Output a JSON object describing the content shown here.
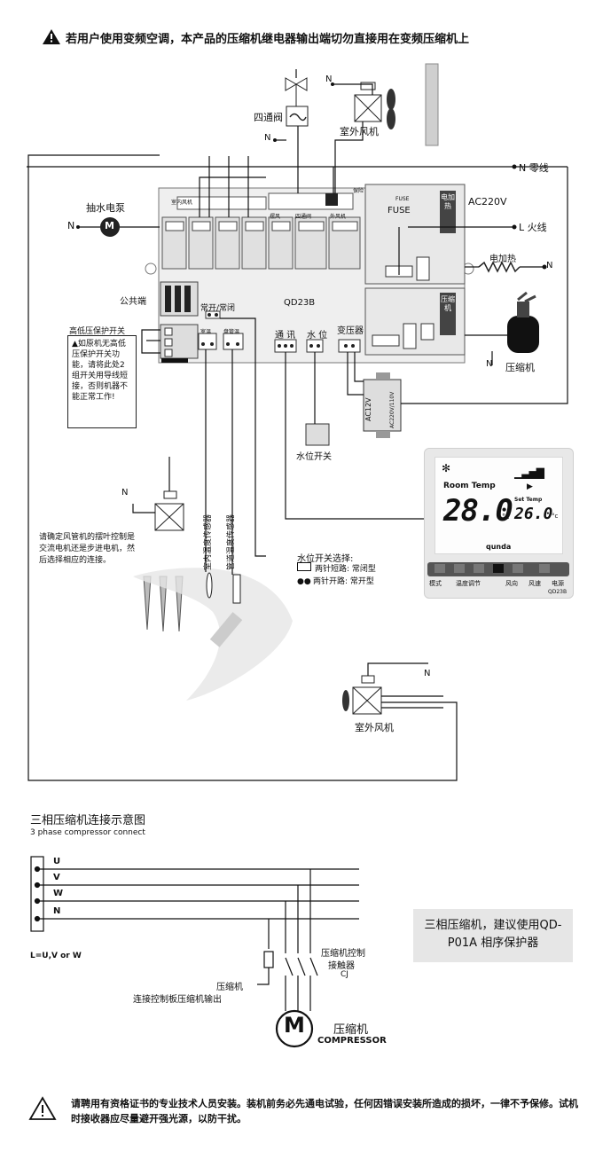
{
  "top_warning": "若用户使用变频空调，本产品的压缩机继电器输出端切勿直接用在变频压缩机上",
  "labels": {
    "n": "N",
    "n_neutral": "N 零线",
    "l_live": "L 火线",
    "four_way_valve": "四通阀",
    "outdoor_fan": "室外风机",
    "pump": "抽水电泵",
    "pump_symbol": "M",
    "ac220v": "AC220V",
    "fuse_small": "FUSE",
    "fuse_box": "FUSE",
    "electric_heat_tag": "电加热",
    "electric_heat": "电加热",
    "compressor_tag": "压缩机",
    "compressor": "压缩机",
    "common": "公共端",
    "hl_switch": "高低压保护开关",
    "no_nc": "常开/常闭",
    "board_model": "QD23B",
    "comm": "通 讯",
    "water_level": "水 位",
    "transformer": "变压器",
    "water_switch": "水位开关",
    "ac12v": "AC12V",
    "ac220v_110v": "AC220V/110V",
    "indoor_temp_sensor": "室内温度传感器",
    "pipe_temp_sensor": "管道温度传感器",
    "board_indoor_fan": "室内风机",
    "board_4way": "四通阀",
    "board_outfan": "外风机",
    "board_swing": "摆风",
    "board_room": "室温",
    "board_pipe": "盘管温",
    "board_fuse": "保险"
  },
  "warning_box": "▲如原机无高低压保护开关功能，请将此处2组开关用导线短接，否则机器不能正常工作!",
  "fan_note": "请确定风管机的摆叶控制是交流电机还是步进电机，然后选择相应的连接。",
  "water_select": {
    "title": "水位开关选择:",
    "opt1": "两针短路: 常闭型",
    "opt2": "两针开路: 常开型"
  },
  "panel": {
    "room_temp_label": "Room Temp",
    "room_temp": "28.0",
    "unit": "°c",
    "set_temp_label": "Set Temp",
    "set_temp": "26.0",
    "brand": "qunda",
    "model": "QD23B",
    "buttons": [
      "模式",
      "温度调节",
      "风向",
      "风速",
      "电源"
    ]
  },
  "three_phase": {
    "title": "三相压缩机连接示意图",
    "subtitle": "3 phase compressor connect",
    "phases": [
      "U",
      "V",
      "W",
      "N"
    ],
    "l_note": "L=U,V or W",
    "contactor_l1": "压缩机控制",
    "contactor_l2": "接触器",
    "contactor_l3": "CJ",
    "output_l1": "压缩机",
    "output_l2": "连接控制板压缩机输出",
    "motor_symbol": "M",
    "motor_name": "压缩机",
    "motor_en": "COMPRESSOR",
    "note": "三相压缩机，建议使用QD-P01A 相序保护器"
  },
  "bottom_warning": "请聘用有资格证书的专业技术人员安装。装机前务必先通电试验，任何因错误安装所造成的损坏，一律不予保修。试机时接收器应尽量避开强光源，以防干扰。"
}
